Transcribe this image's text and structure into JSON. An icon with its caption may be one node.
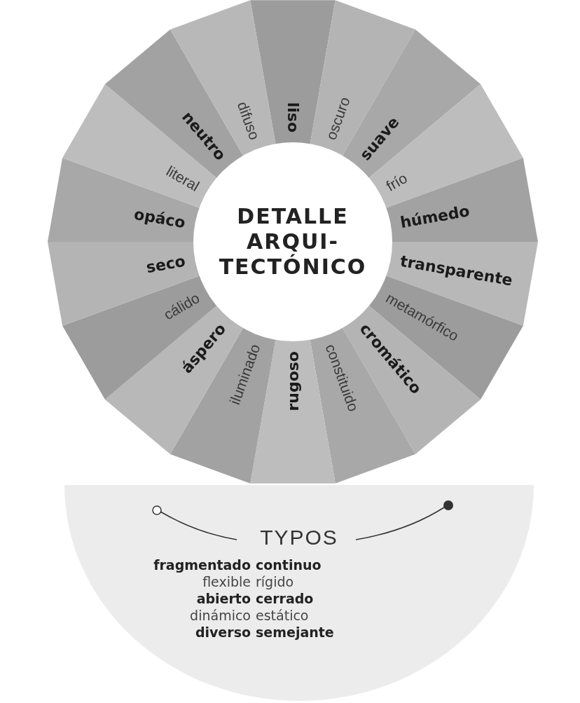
{
  "diagram": {
    "nodes": [
      {
        "text": [
          "liso"
        ]
      },
      {
        "text": [
          "oscuro"
        ]
      },
      {
        "text": [
          "suave"
        ]
      },
      {
        "text": [
          "frío"
        ]
      },
      {
        "text": [
          "húmedo"
        ]
      },
      {
        "text": [
          "transparente"
        ]
      },
      {
        "text": [
          "metamórfico"
        ]
      },
      {
        "text": [
          "cromático"
        ]
      },
      {
        "text": [
          "constituido"
        ]
      },
      {
        "text": [
          "rugoso"
        ]
      },
      {
        "text": [
          "iluminado"
        ]
      },
      {
        "text": [
          "áspero"
        ]
      },
      {
        "text": [
          "cálido"
        ]
      },
      {
        "text": [
          "seco"
        ]
      },
      {
        "text": [
          "opáco"
        ]
      },
      {
        "text": [
          "literal"
        ]
      },
      {
        "text": [
          "neutro"
        ]
      },
      {
        "text": [
          "difuso"
        ]
      },
      {
        "text": [
          "DETALLE ARQUI- TECTÓNICO"
        ]
      },
      {
        "text": [
          "TYPOS"
        ]
      }
    ],
    "edges": [],
    "labels": [
      "fragmentado",
      "continuo",
      "flexible",
      "rígido",
      "abierto",
      "cerrado",
      "dinámico",
      "estático",
      "diverso",
      "semejante"
    ]
  }
}
